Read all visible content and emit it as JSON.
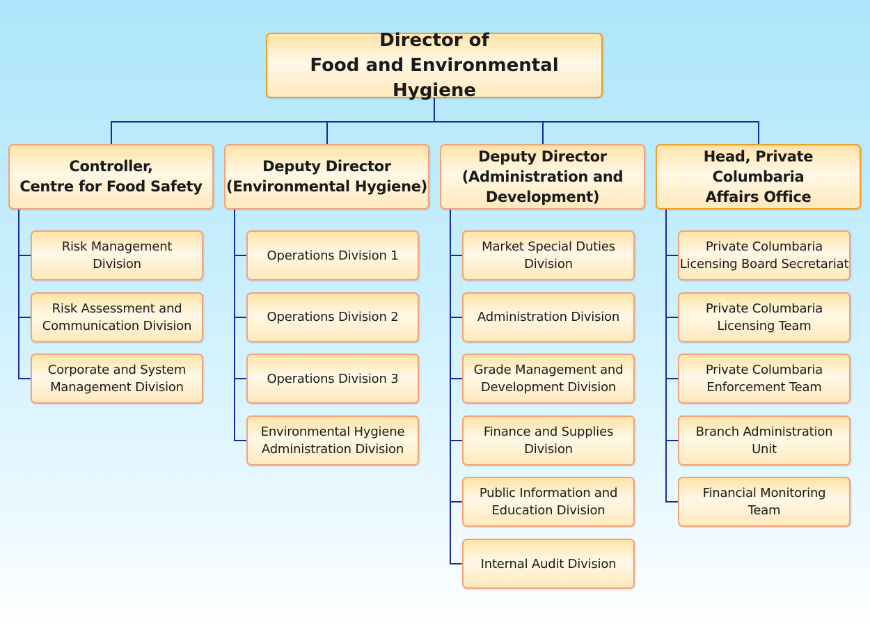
{
  "top": {
    "title": "Director of\nFood and Environmental Hygiene"
  },
  "columns": [
    {
      "title": "Controller,\nCentre for Food Safety",
      "children": [
        "Risk Management\nDivision",
        "Risk Assessment and\nCommunication Division",
        "Corporate and System\nManagement Division"
      ]
    },
    {
      "title": "Deputy Director\n(Environmental Hygiene)",
      "children": [
        "Operations Division 1",
        "Operations Division 2",
        "Operations Division 3",
        "Environmental Hygiene\nAdministration Division"
      ]
    },
    {
      "title": "Deputy Director\n(Administration and\nDevelopment)",
      "children": [
        "Market Special Duties\nDivision",
        "Administration Division",
        "Grade Management and\nDevelopment Division",
        "Finance and Supplies\nDivision",
        "Public Information and\nEducation Division",
        "Internal Audit Division"
      ]
    },
    {
      "title": "Head, Private Columbaria\nAffairs Office",
      "children": [
        "Private Columbaria\nLicensing Board Secretariat",
        "Private Columbaria\nLicensing Team",
        "Private Columbaria\nEnforcement Team",
        "Branch Administration\nUnit",
        "Financial Monitoring\nTeam"
      ]
    }
  ],
  "colors": {
    "connector": "#1a2a9a",
    "box_border": "#f4a27a",
    "head_border": "#f0a020"
  }
}
